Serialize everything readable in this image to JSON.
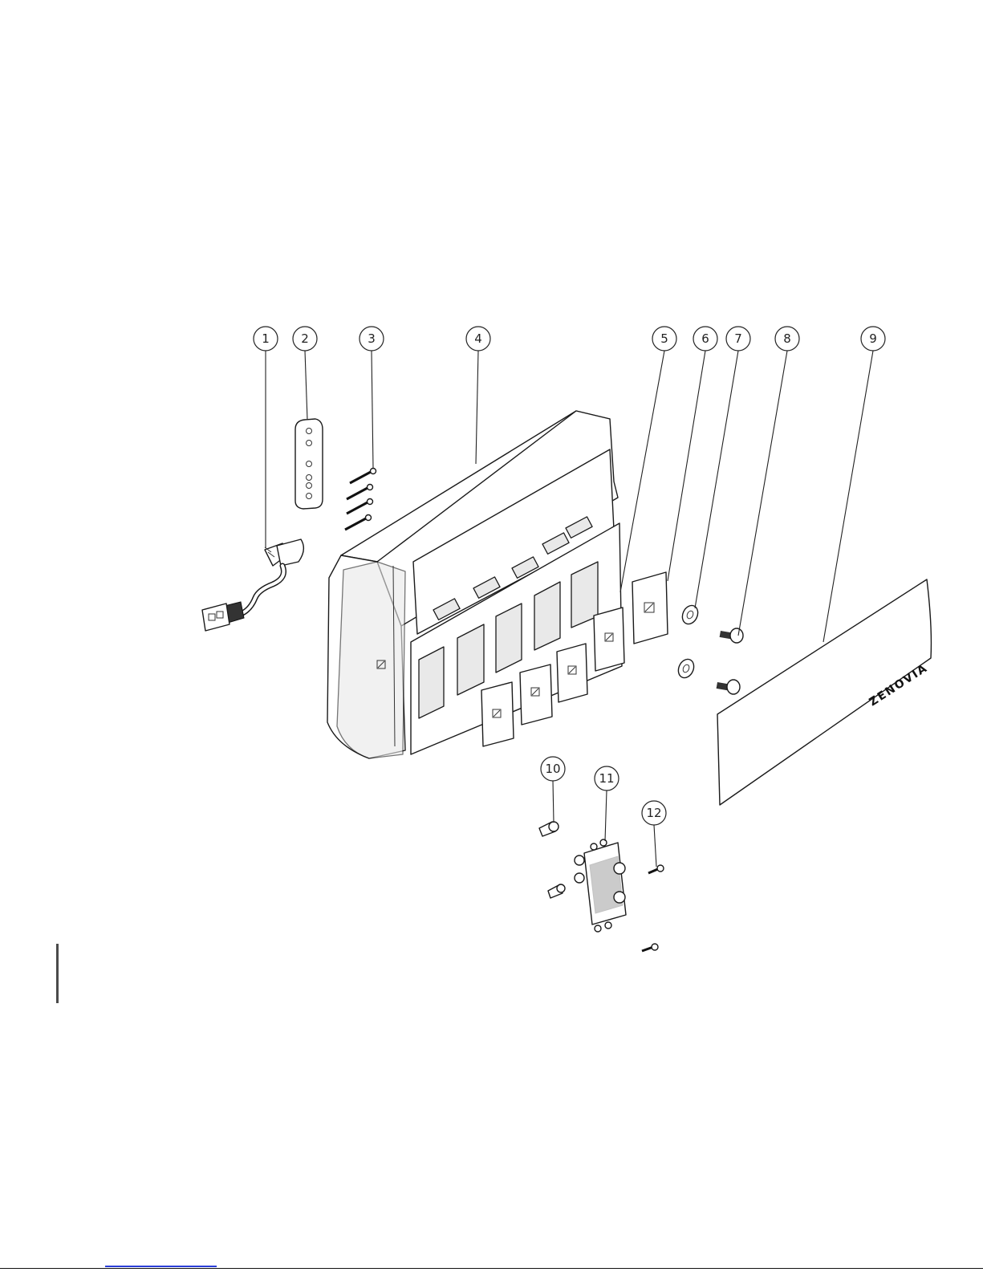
{
  "callouts": [
    "1",
    "2",
    "3",
    "4",
    "5",
    "6",
    "7",
    "8",
    "9",
    "10",
    "11",
    "12"
  ],
  "brand_text": "ZENOVIA",
  "colors": {
    "line": "#1a1a1a",
    "background": "#ffffff",
    "footer_link": "#2b3fd8"
  }
}
